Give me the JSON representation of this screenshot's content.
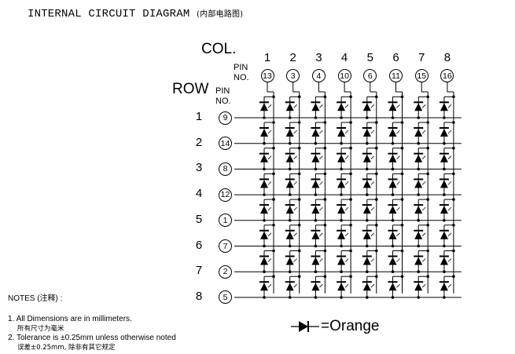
{
  "title": "INTERNAL CIRCUIT DIAGRAM",
  "title_cn": "(内部电路图)",
  "col_label": "COL.",
  "row_label": "ROW",
  "pin_no_label": "PIN\nNO.",
  "columns": [
    {
      "num": "1",
      "pin": "13"
    },
    {
      "num": "2",
      "pin": "3"
    },
    {
      "num": "3",
      "pin": "4"
    },
    {
      "num": "4",
      "pin": "10"
    },
    {
      "num": "5",
      "pin": "6"
    },
    {
      "num": "6",
      "pin": "11"
    },
    {
      "num": "7",
      "pin": "15"
    },
    {
      "num": "8",
      "pin": "16"
    }
  ],
  "rows": [
    {
      "num": "1",
      "pin": "9"
    },
    {
      "num": "2",
      "pin": "14"
    },
    {
      "num": "3",
      "pin": "8"
    },
    {
      "num": "4",
      "pin": "12"
    },
    {
      "num": "5",
      "pin": "1"
    },
    {
      "num": "6",
      "pin": "7"
    },
    {
      "num": "7",
      "pin": "2"
    },
    {
      "num": "8",
      "pin": "5"
    }
  ],
  "notes": {
    "heading": "NOTES (注释) :",
    "items": [
      {
        "en": "1. All Dimensions are in millimeters.",
        "cn": "所有尺寸为毫米"
      },
      {
        "en": "2. Tolerance is ±0.25mm unless otherwise noted",
        "cn": "误差±0.25mm, 除非有其它规定"
      }
    ]
  },
  "legend": {
    "label": "=Orange",
    "icon": "led-diode-icon"
  },
  "colors": {
    "ink": "#000000",
    "background": "#ffffff"
  }
}
